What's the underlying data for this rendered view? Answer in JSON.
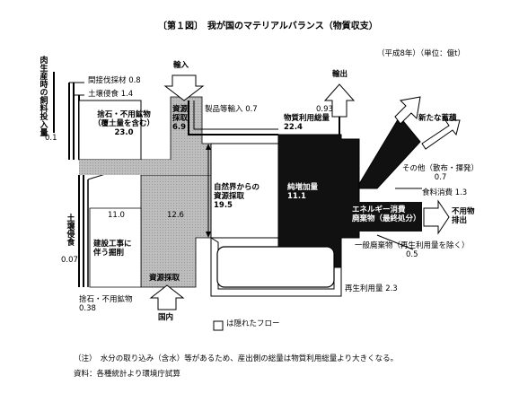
{
  "title": "〔第１図〕　我が国のマテリアルバランス（物質収支）",
  "unit_note": "（平成8年）（単位：億t）",
  "inputs": {
    "import_label": "輸入",
    "domestic_label": "国内",
    "resource_import": "資源\n採取\n6.9",
    "product_import": "製品等輸入 0.7",
    "natural_extraction": "自然界からの\n資源採取\n19.5",
    "resource_extraction_domestic": "資源採取",
    "value_11": "11.0",
    "value_12_6": "12.6"
  },
  "left_side": {
    "livestock_feed": "肉生産時の飼料投入量",
    "value_0_1": "0.1",
    "indirect_logging": "間接伐採材 0.8",
    "soil_erosion_top": "土壌侵食 1.4",
    "waste_rock": "捨石・不用鉱物\n（覆土量を含む）\n23.0",
    "soil_erosion_left": "土壌侵食",
    "value_0_07": "0.07",
    "construction": "建設工事に\n伴う掘削",
    "waste_rock_bottom": "捨石・不用鉱物\n0.38"
  },
  "center": {
    "material_total": "物質利用総量\n22.4",
    "export_label": "輸出",
    "export_value": "0.93",
    "stock_label": "純増加量\n11.1",
    "energy_label": "エネルギー消費\n廃棄物（最終処分）",
    "recycle": "再生利用量 2.3"
  },
  "right_side": {
    "new_stock": "新たな蓄積",
    "others": "その他（散布・揮発）\n0.7",
    "food": "食料消費 1.3",
    "unused": "不用物\n排出",
    "general_waste": "一般廃棄物（再生利用量を除く）\n0.5"
  },
  "legend": {
    "hidden_flow": "は隠れたフロー"
  },
  "footnotes": {
    "note": "（注）　水分の取り込み（含水）等があるため、産出側の総量は物質利用総量より大きくなる。",
    "source": "資料：各種統計より環境庁試算"
  }
}
